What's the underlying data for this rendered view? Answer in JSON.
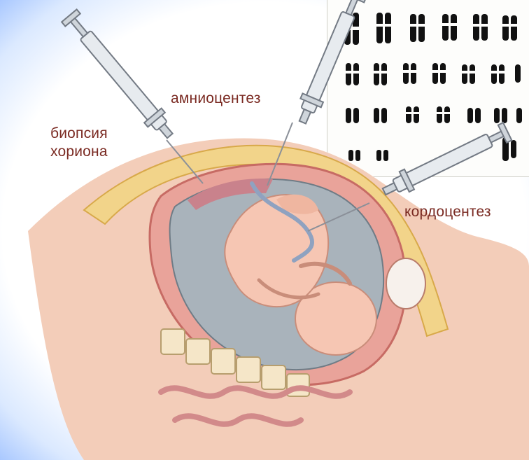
{
  "labels": {
    "chorionic_biopsy_line1": "биопсия",
    "chorionic_biopsy_line2": "хориона",
    "amniocentesis": "амниоцентез",
    "cordocentesis": "кордоцентез"
  },
  "colors": {
    "label_text": "#7a2a22",
    "skin": "#f1c9b6",
    "uterus_wall": "#e9a39a",
    "amniotic_fluid": "#a9b3bb",
    "fat_layer": "#f2d48a",
    "chromosome": "#111111"
  },
  "icons": [
    "syringe-icon",
    "syringe-icon",
    "syringe-icon",
    "karyotype-chromosomes"
  ]
}
